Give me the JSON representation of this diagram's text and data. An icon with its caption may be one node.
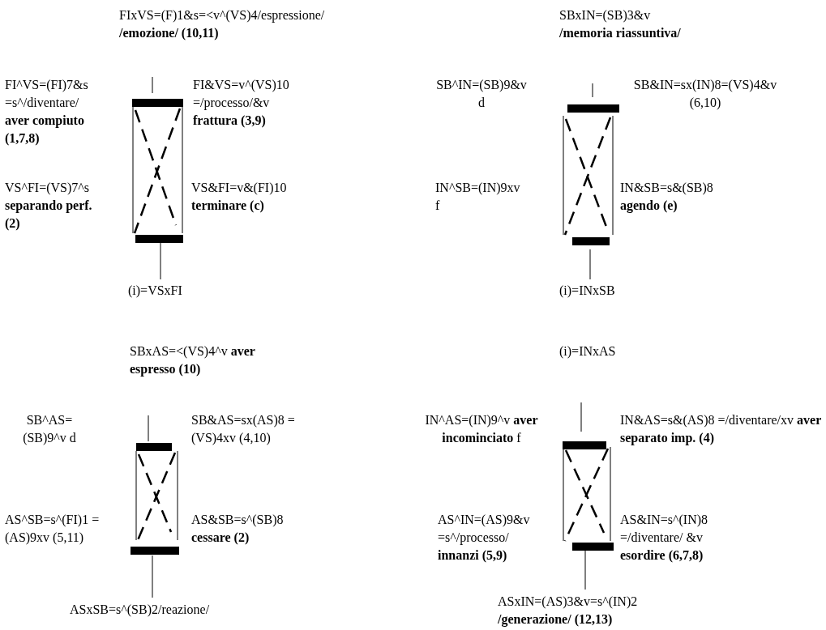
{
  "diagram": {
    "labels": [
      "FIxVS=(F)1&s=<v^(VS)4/espressione/ **/emozione/ (10,11)**",
      "FI^VS=(FI)7&s =s^/diventare/ **aver compiuto (1,7,8)**",
      "FI&VS=v^(VS)10 =/processo/&v **frattura (3,9)**",
      "VS^FI=(VS)7^s **separando perf. (2)**",
      "VS&FI=v&(FI)10 **terminare (c)**",
      "(i)=VSxFI",
      "SBxIN=(SB)3&v **/memoria riassuntiva/**",
      "SB^IN=(SB)9&v d",
      "SB&IN=sx(IN)8=(VS)4&v (6,10)",
      "IN^SB=(IN)9xv f",
      "IN&SB=s&(SB)8 **agendo (e)**",
      "(i)=INxSB",
      "SBxAS=<(VS)4^v **aver espresso (10)**",
      "SB^AS=(SB)9^v d",
      "SB&AS=sx(AS)8 = (VS)4xv (4,10)",
      "AS^SB=s^(FI)1 =(AS)9xv (5,11)",
      "AS&SB=s^(SB)8 **cessare (2)**",
      "ASxSB=s^(SB)2/reazione/",
      "(i)=INxAS",
      "IN^AS=(IN)9^v **aver incominciato** f",
      "IN&AS=s&(AS)8 =/diventare/xv **aver separato imp. (4)**",
      "AS^IN=(AS)9&v =s^/processo/ **innanzi (5,9)**",
      "AS&IN=s^(IN)8 =/diventare/ &v **esordire (6,7,8)**",
      "ASxIN=(AS)3&v=s^(IN)2 **/generazione/ (12,13)**"
    ]
  }
}
